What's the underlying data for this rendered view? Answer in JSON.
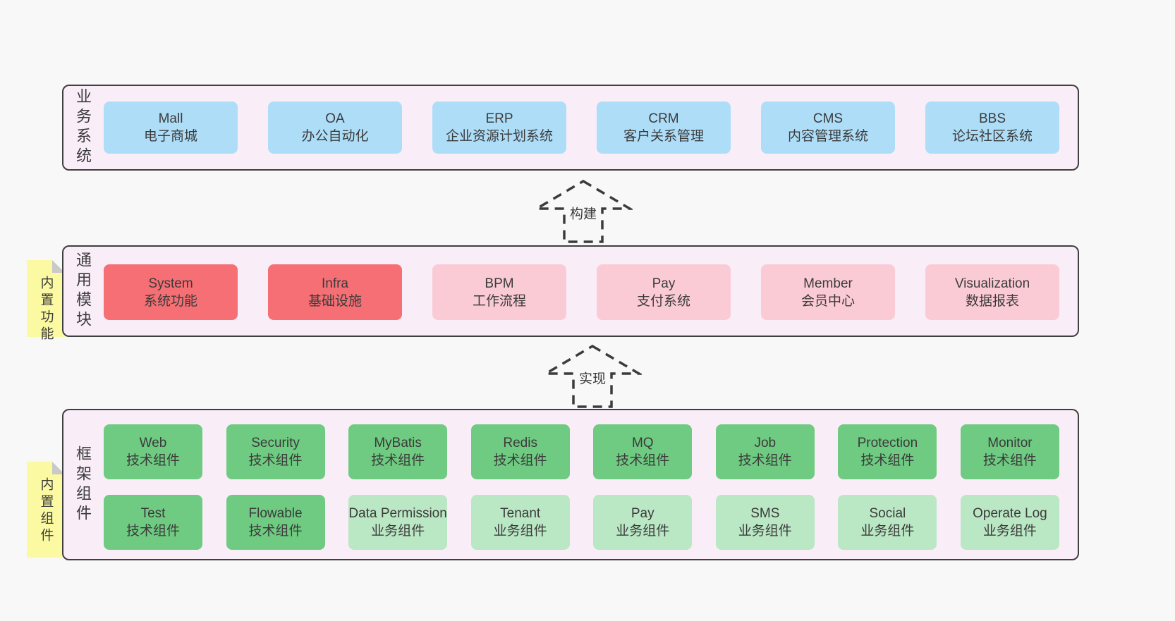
{
  "diagram": {
    "colors": {
      "page_bg": "#f8f8f8",
      "layer_bg": "#f9eef8",
      "layer_border": "#3f3f3f",
      "blue": "#aeddf8",
      "red": "#f56f74",
      "pink": "#fbcbd5",
      "green": "#6fcb81",
      "lightgreen": "#bae7c4",
      "note_yellow": "#fbf9a2",
      "note_fold": "#c9c9c9",
      "text": "#3b3b3b"
    },
    "arrows": [
      {
        "label": "构建"
      },
      {
        "label": "实现"
      }
    ],
    "layers": {
      "business": {
        "label": "业务系统",
        "boxes": [
          {
            "title": "Mall",
            "subtitle": "电子商城",
            "type": "blue"
          },
          {
            "title": "OA",
            "subtitle": "办公自动化",
            "type": "blue"
          },
          {
            "title": "ERP",
            "subtitle": "企业资源计划系统",
            "type": "blue"
          },
          {
            "title": "CRM",
            "subtitle": "客户关系管理",
            "type": "blue"
          },
          {
            "title": "CMS",
            "subtitle": "内容管理系统",
            "type": "blue"
          },
          {
            "title": "BBS",
            "subtitle": "论坛社区系统",
            "type": "blue"
          }
        ]
      },
      "modules": {
        "label": "通用模块",
        "note": "内置功能",
        "boxes": [
          {
            "title": "System",
            "subtitle": "系统功能",
            "type": "red"
          },
          {
            "title": "Infra",
            "subtitle": "基础设施",
            "type": "red"
          },
          {
            "title": "BPM",
            "subtitle": "工作流程",
            "type": "pink"
          },
          {
            "title": "Pay",
            "subtitle": "支付系统",
            "type": "pink"
          },
          {
            "title": "Member",
            "subtitle": "会员中心",
            "type": "pink"
          },
          {
            "title": "Visualization",
            "subtitle": "数据报表",
            "type": "pink"
          }
        ]
      },
      "framework": {
        "label": "框架组件",
        "note": "内置组件",
        "rows": [
          [
            {
              "title": "Web",
              "subtitle": "技术组件",
              "type": "green"
            },
            {
              "title": "Security",
              "subtitle": "技术组件",
              "type": "green"
            },
            {
              "title": "MyBatis",
              "subtitle": "技术组件",
              "type": "green"
            },
            {
              "title": "Redis",
              "subtitle": "技术组件",
              "type": "green"
            },
            {
              "title": "MQ",
              "subtitle": "技术组件",
              "type": "green"
            },
            {
              "title": "Job",
              "subtitle": "技术组件",
              "type": "green"
            },
            {
              "title": "Protection",
              "subtitle": "技术组件",
              "type": "green"
            },
            {
              "title": "Monitor",
              "subtitle": "技术组件",
              "type": "green"
            }
          ],
          [
            {
              "title": "Test",
              "subtitle": "技术组件",
              "type": "green"
            },
            {
              "title": "Flowable",
              "subtitle": "技术组件",
              "type": "green"
            },
            {
              "title": "Data Permission",
              "subtitle": "业务组件",
              "type": "lightgreen"
            },
            {
              "title": "Tenant",
              "subtitle": "业务组件",
              "type": "lightgreen"
            },
            {
              "title": "Pay",
              "subtitle": "业务组件",
              "type": "lightgreen"
            },
            {
              "title": "SMS",
              "subtitle": "业务组件",
              "type": "lightgreen"
            },
            {
              "title": "Social",
              "subtitle": "业务组件",
              "type": "lightgreen"
            },
            {
              "title": "Operate Log",
              "subtitle": "业务组件",
              "type": "lightgreen"
            }
          ]
        ]
      }
    }
  }
}
